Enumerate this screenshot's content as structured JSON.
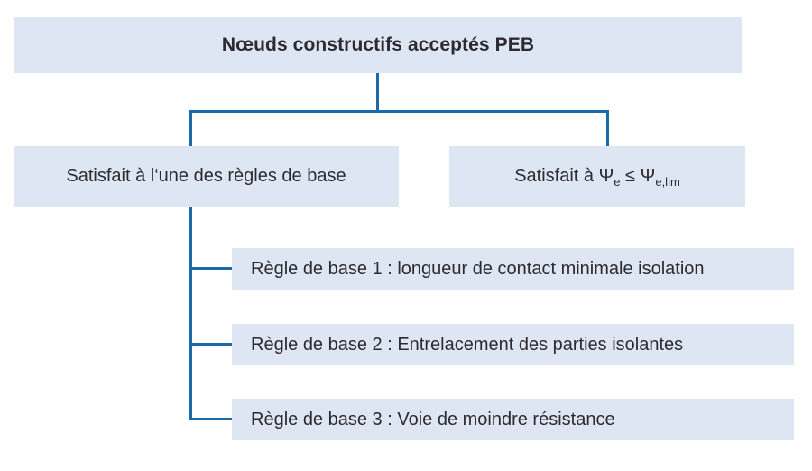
{
  "diagram": {
    "title": {
      "label": "Nœuds constructifs acceptés PEB"
    },
    "branch_left": {
      "label": "Satisfait à l‘une des règles de base"
    },
    "branch_right": {
      "pre": "Satisfait à Ψ",
      "sub1": "e",
      "mid": " ≤ Ψ",
      "sub2": "e,lim"
    },
    "rules": [
      {
        "label": "Règle de base 1 : longueur de contact minimale isolation"
      },
      {
        "label": "Règle de base 2 : Entrelacement des parties isolantes"
      },
      {
        "label": "Règle de base 3 : Voie de moindre résistance"
      }
    ],
    "colors": {
      "box_fill": "#dde6f2",
      "line": "#1a6ba8",
      "text": "#2d2b31",
      "canvas": "#ffffff"
    }
  }
}
